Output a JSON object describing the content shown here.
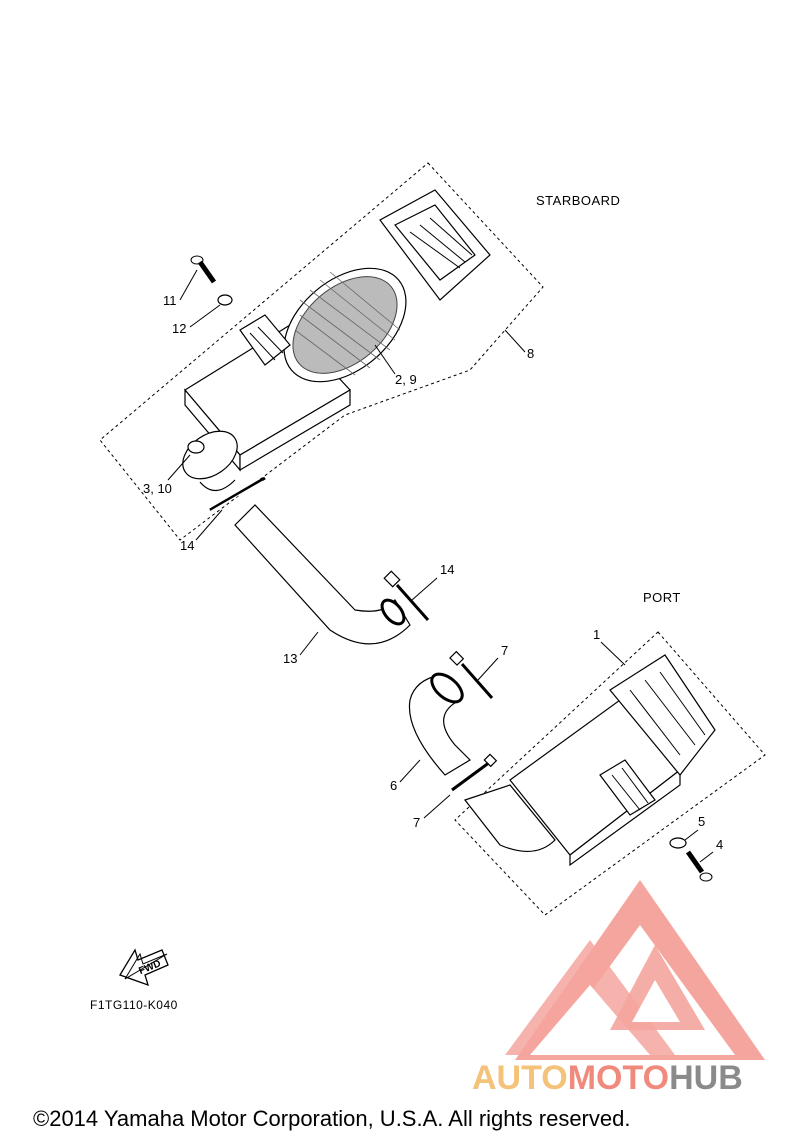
{
  "sections": {
    "starboard": "STARBOARD",
    "port": "PORT"
  },
  "callouts": {
    "c11": "11",
    "c12": "12",
    "c2_9": "2, 9",
    "c8": "8",
    "c3_10": "3, 10",
    "c14a": "14",
    "c14b": "14",
    "c13": "13",
    "c1": "1",
    "c7a": "7",
    "c6": "6",
    "c7b": "7",
    "c5": "5",
    "c4": "4"
  },
  "fwd_label": "FWD",
  "diagram_code": "F1TG110-K040",
  "copyright": "©2014 Yamaha Motor Corporation, U.S.A. All rights reserved.",
  "watermark": {
    "part1": "AUTO",
    "part2": "MOTO",
    "part3": "HUB",
    "color1": "#f5c27a",
    "color2": "#f08a7c",
    "color3": "#8a8a8a",
    "logo_color": "#ee6a5e"
  }
}
